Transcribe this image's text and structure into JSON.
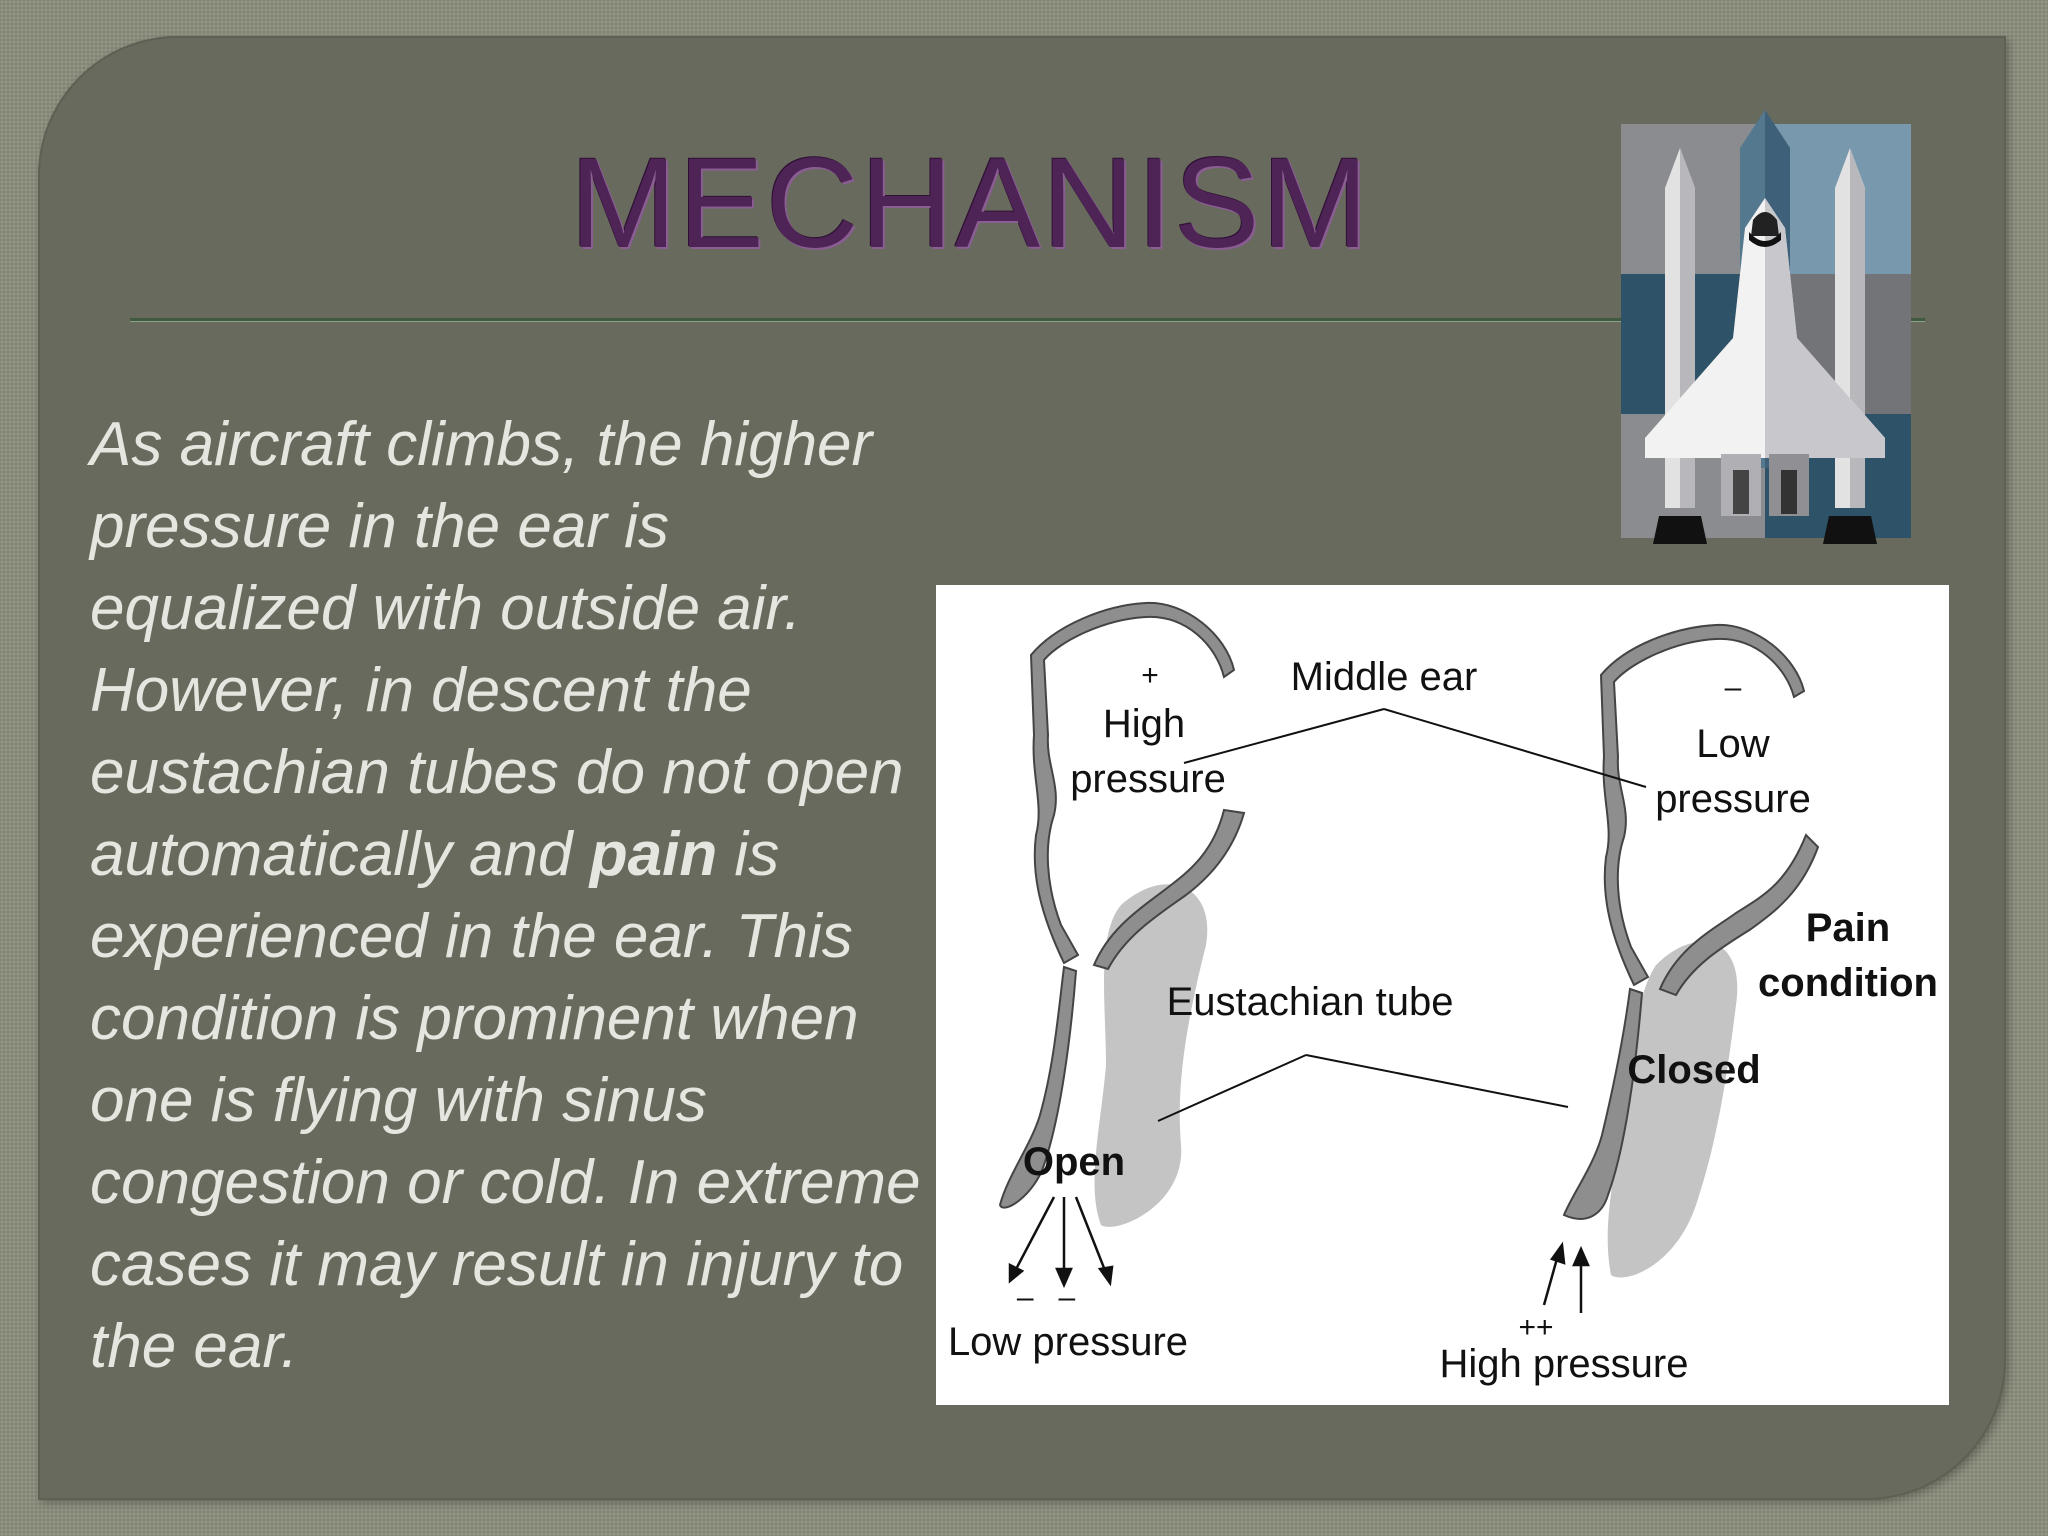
{
  "slide": {
    "title": "MECHANISM",
    "body_before_bold": "As aircraft climbs, the higher pressure in the ear is equalized with outside air. However, in descent the eustachian tubes do not open automatically and ",
    "body_bold": "pain",
    "body_after_bold": " is experienced in the ear. This condition is prominent when one is flying with sinus congestion or cold. In extreme cases it may result in injury to the ear.",
    "colors": {
      "title": "#4e2356",
      "panel": "#686a5d",
      "body_text": "#e6e6e0"
    }
  },
  "illustration": {
    "icon": "space-shuttle-icon"
  },
  "diagram": {
    "middle_ear_label": "Middle ear",
    "left_sign": "+",
    "left_pressure_l1": "High",
    "left_pressure_l2": "pressure",
    "right_sign": "–",
    "right_pressure_l1": "Low",
    "right_pressure_l2": "pressure",
    "pain_l1": "Pain",
    "pain_l2": "condition",
    "eustachian_label": "Eustachian tube",
    "closed_label": "Closed",
    "open_label": "Open",
    "bottom_left_signs": "–   –",
    "bottom_left_label": "Low pressure",
    "bottom_right_signs": "++",
    "bottom_right_label": "High pressure"
  }
}
